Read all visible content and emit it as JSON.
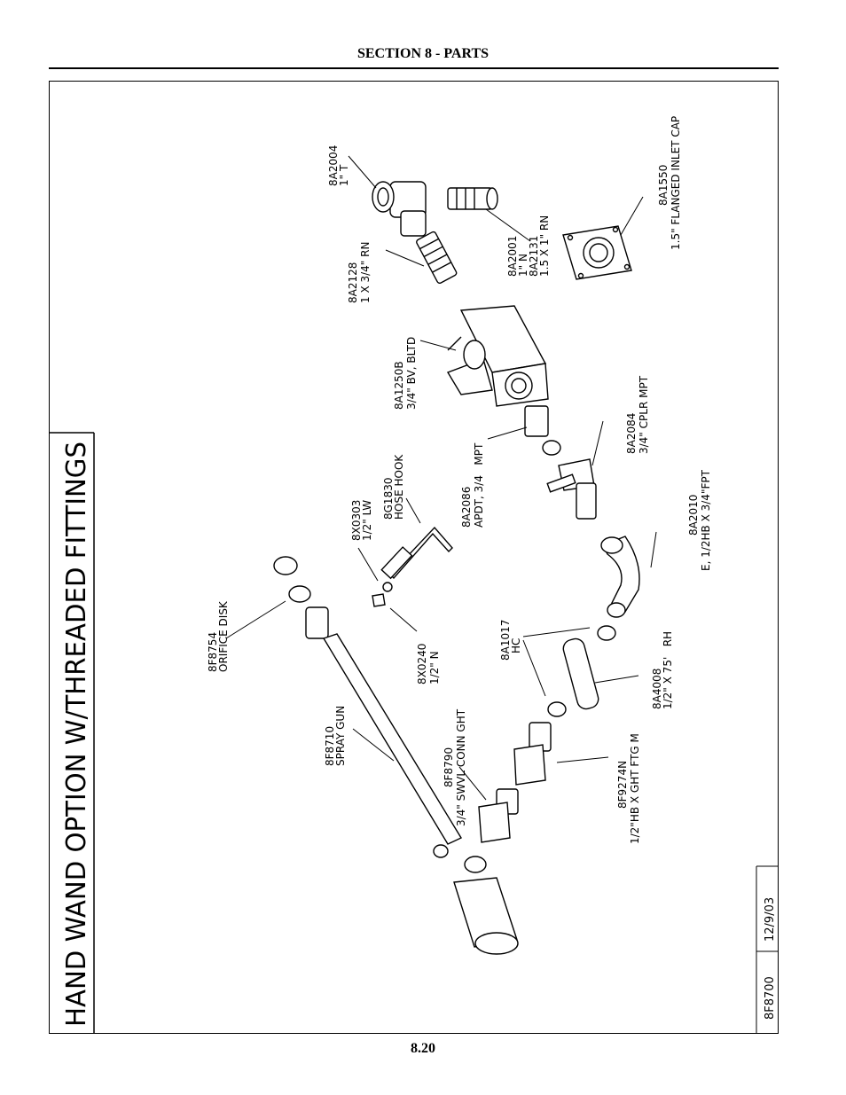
{
  "page": {
    "section": "SECTION 8 - PARTS",
    "page_number": "8.20"
  },
  "drawing": {
    "title": "HAND WAND OPTION W/THREADED FITTINGS",
    "number": "8F8700",
    "date": "12/9/03"
  },
  "parts": {
    "p8A2004": {
      "num": "8A2004",
      "desc": "1\" T"
    },
    "p8A2128": {
      "num": "8A2128",
      "desc": "1 X 3/4\" RN"
    },
    "p8A2001": {
      "num": "8A2001",
      "desc": "1\" N"
    },
    "p8A2131": {
      "num": "8A2131",
      "desc": "1.5 X 1\" RN"
    },
    "p8A1550": {
      "num": "8A1550",
      "desc": "1.5\" FLANGED INLET CAP"
    },
    "p8A1250B": {
      "num": "8A1250B",
      "desc": "3/4\" BV, BLTD"
    },
    "p8A2084": {
      "num": "8A2084",
      "desc": "3/4\" CPLR MPT"
    },
    "p8A2086": {
      "num": "8A2086",
      "desc": "APDT, 3/4   MPT"
    },
    "p8G1830": {
      "num": "8G1830",
      "desc": "HOSE HOOK"
    },
    "p8X0303": {
      "num": "8X0303",
      "desc": "1/2\" LW"
    },
    "p8A2010": {
      "num": "8A2010",
      "desc": "E, 1/2HB X 3/4\"FPT"
    },
    "p8F8754": {
      "num": "8F8754",
      "desc": "ORIFICE DISK"
    },
    "p8X0240": {
      "num": "8X0240",
      "desc": "1/2\" N"
    },
    "p8A1017": {
      "num": "8A1017",
      "desc": "HC"
    },
    "p8A4008": {
      "num": "8A4008",
      "desc": "1/2\" X 75'   RH"
    },
    "p8F8710": {
      "num": "8F8710",
      "desc": "SPRAY GUN"
    },
    "p8F8790": {
      "num": "8F8790",
      "desc": "3/4\" SWVL CONN GHT"
    },
    "p8F9274N": {
      "num": "8F9274N",
      "desc": "1/2\"HB X GHT FTG M"
    }
  }
}
